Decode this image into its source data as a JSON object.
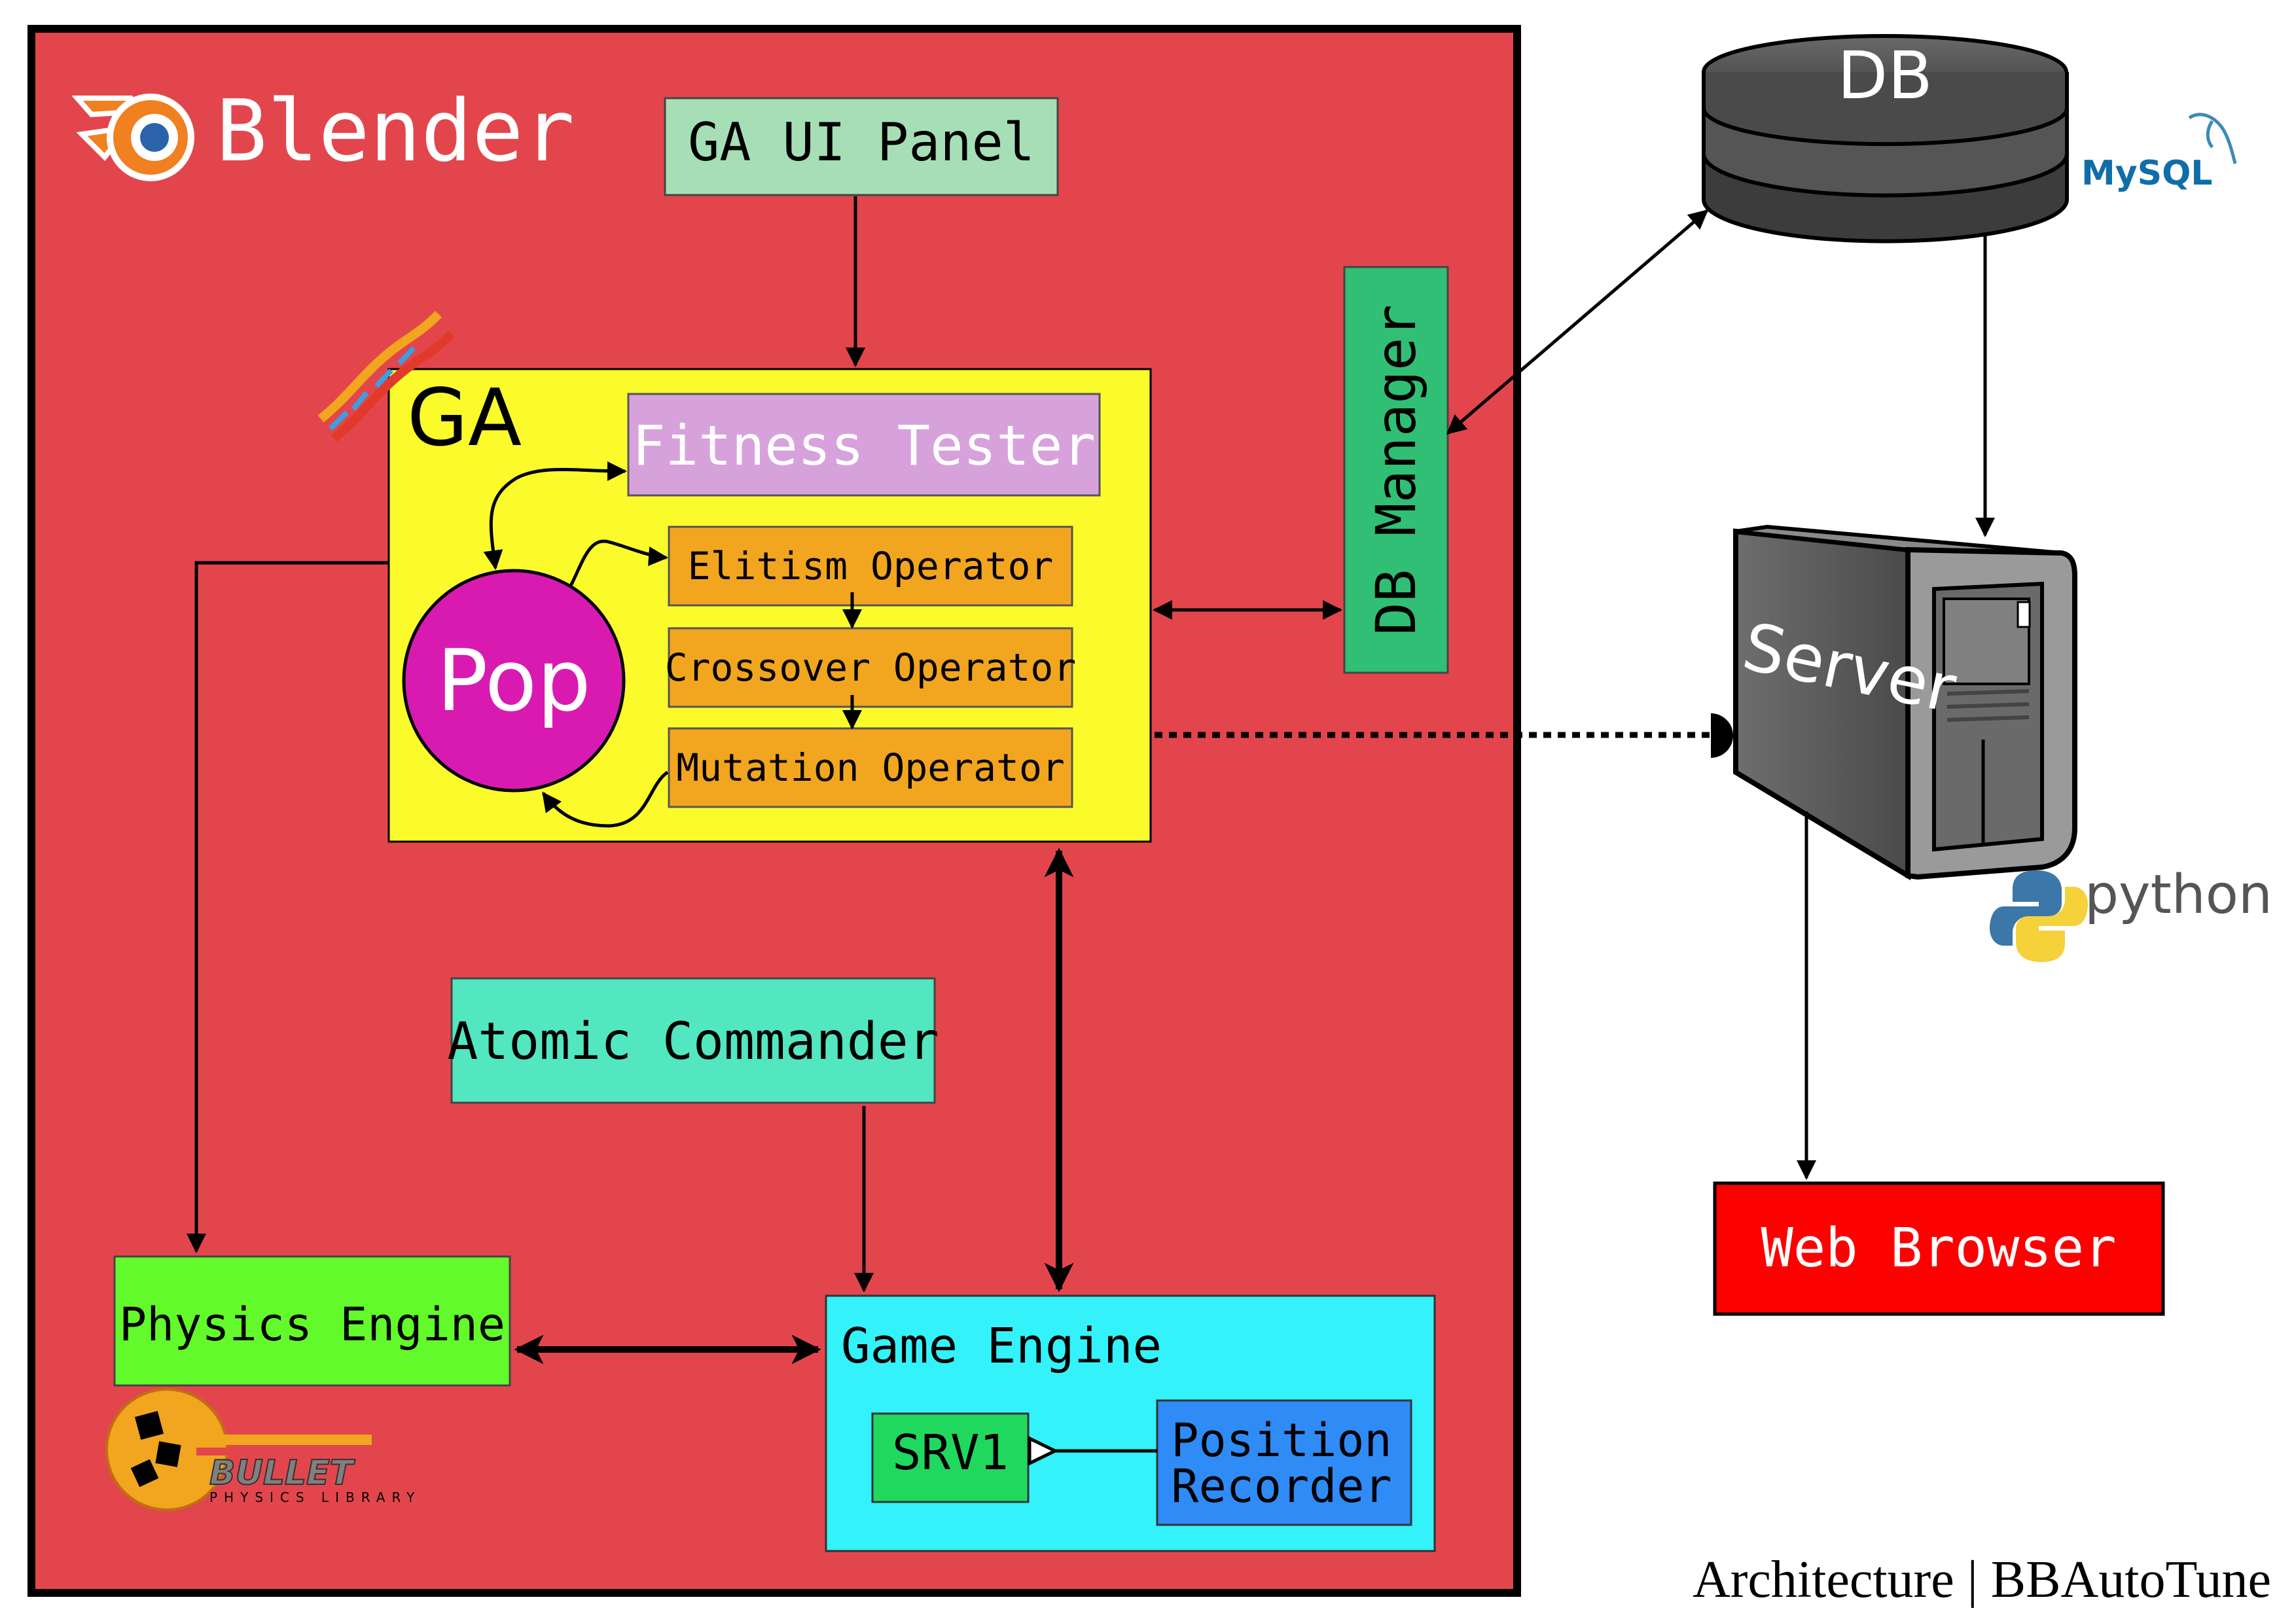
{
  "blender": {
    "label": "Blender"
  },
  "ga_ui_panel": {
    "label": "GA UI Panel"
  },
  "ga": {
    "label": "GA"
  },
  "fitness_tester": {
    "label": "Fitness Tester"
  },
  "pop": {
    "label": "Pop"
  },
  "operators": {
    "elitism": "Elitism Operator",
    "crossover": "Crossover Operator",
    "mutation": "Mutation Operator"
  },
  "db_manager": {
    "label": "DB Manager"
  },
  "atomic_commander": {
    "label": "Atomic Commander"
  },
  "physics_engine": {
    "label": "Physics Engine"
  },
  "bullet_logo": {
    "text": "BULLET",
    "subtext": "PHYSICS LIBRARY"
  },
  "game_engine": {
    "label": "Game Engine"
  },
  "srv1": {
    "label": "SRV1"
  },
  "position_recorder": {
    "line1": "Position",
    "line2": "Recorder"
  },
  "db": {
    "label": "DB"
  },
  "mysql_logo": {
    "text": "MySQL"
  },
  "server": {
    "label": "Server"
  },
  "python_logo": {
    "text": "python"
  },
  "web_browser": {
    "label": "Web Browser"
  },
  "footer": {
    "caption": "Architecture | BBAutoTune"
  },
  "colors": {
    "blender_bg": "#e2464c",
    "ga_ui_panel": "#a6dfb6",
    "ga_box": "#fbfb2b",
    "fitness_tester": "#d7a2dc",
    "pop": "#d91ab1",
    "operator": "#f2a51e",
    "db_manager": "#30bf74",
    "atomic_commander": "#52e7c0",
    "physics_engine": "#62fa2b",
    "game_engine": "#33f2f9",
    "srv1": "#21d85e",
    "position_recorder": "#2f8bf6",
    "web_browser": "#fd0000",
    "db_cylinder": "#4a4a4a",
    "server_body": "#5b5b5b"
  }
}
